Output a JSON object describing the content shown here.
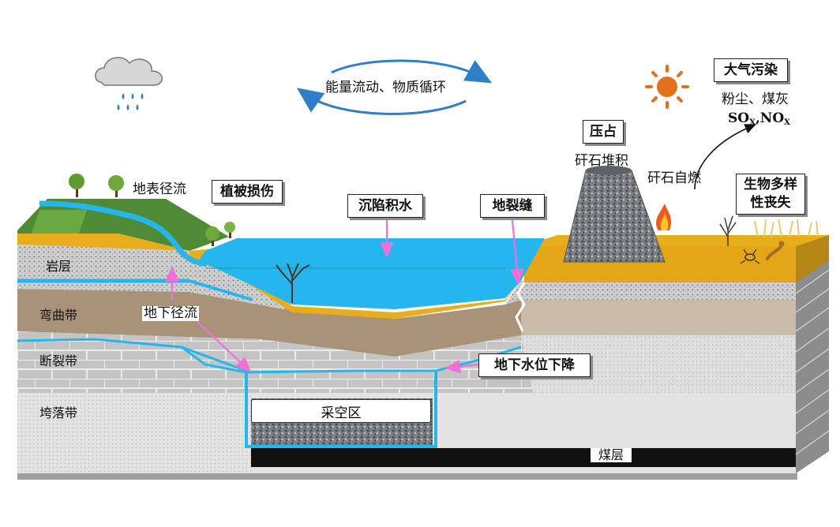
{
  "labels": {
    "cycle": "能量流动、物质循环",
    "atmosphere": "大气污染",
    "pollutants_cn": "粉尘、煤灰",
    "pollutant_so": "SO",
    "pollutant_x1": "X",
    "pollutant_comma": ",NO",
    "pollutant_x2": "X",
    "occupation": "压占",
    "gangue_pile": "矸石堆积",
    "gangue_fire": "矸石自燃",
    "surface_runoff": "地表径流",
    "vegetation_damage": "植被损伤",
    "subsidence_water": "沉陷积水",
    "ground_crack": "地裂缝",
    "biodiversity_line1": "生物多样",
    "biodiversity_line2": "性丧失",
    "rock_layer": "岩层",
    "bending_zone": "弯曲带",
    "underground_runoff": "地下径流",
    "fracture_zone": "断裂带",
    "water_table_drop": "地下水位下降",
    "caving_zone": "垮落带",
    "goaf": "采空区",
    "coal_seam": "煤层"
  },
  "colors": {
    "water": "#25b6ee",
    "grass": "#4f8a34",
    "soil": "#e8ad1c",
    "bending": "#a89378",
    "fracture": "#bfbfbf",
    "caving": "#e6e6e6",
    "coal": "#111111",
    "arrow": "#f070d8",
    "sun": "#e2711d"
  },
  "icons": [
    "rain-cloud-icon",
    "sun-icon",
    "tree-icon",
    "fire-icon",
    "worm-icon",
    "cycle-arrow-icon"
  ]
}
